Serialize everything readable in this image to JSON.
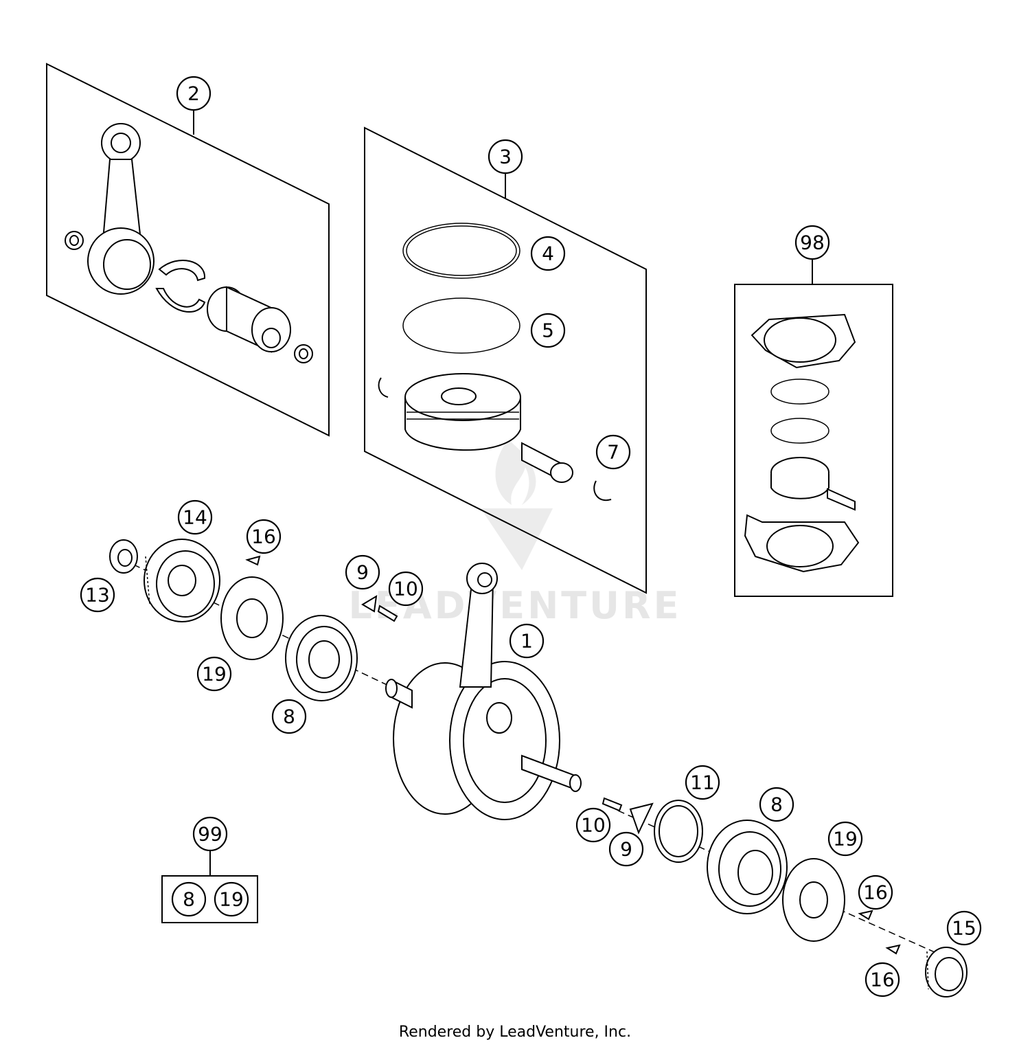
{
  "callouts": {
    "c1": "1",
    "c2": "2",
    "c3": "3",
    "c4": "4",
    "c5": "5",
    "c7": "7",
    "c8a": "8",
    "c8b": "8",
    "c8c": "8",
    "c9a": "9",
    "c9b": "9",
    "c10a": "10",
    "c10b": "10",
    "c11": "11",
    "c13": "13",
    "c14": "14",
    "c15": "15",
    "c16a": "16",
    "c16b": "16",
    "c16c": "16",
    "c19a": "19",
    "c19b": "19",
    "c19c": "19",
    "c98": "98",
    "c99": "99"
  },
  "watermark": "LEADVENTURE",
  "credit": "Rendered by LeadVenture, Inc."
}
